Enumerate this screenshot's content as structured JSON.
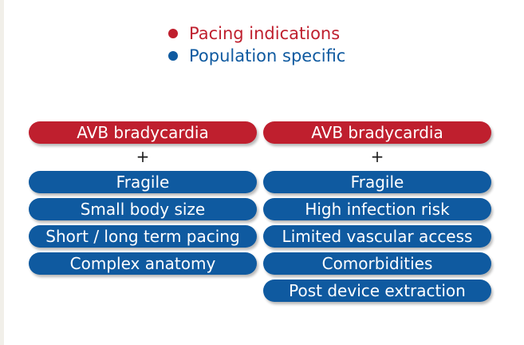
{
  "legend": {
    "items": [
      {
        "label": "Pacing indications",
        "color": "#bf1f2e"
      },
      {
        "label": "Population specific",
        "color": "#0f5aa0"
      }
    ]
  },
  "columns": [
    {
      "header": "AVB bradycardia",
      "plus": "+",
      "items": [
        "Fragile",
        "Small body size",
        "Short / long term pacing",
        "Complex anatomy"
      ]
    },
    {
      "header": "AVB bradycardia",
      "plus": "+",
      "items": [
        "Fragile",
        "High infection risk",
        "Limited vascular access",
        "Comorbidities",
        "Post device extraction"
      ]
    }
  ]
}
